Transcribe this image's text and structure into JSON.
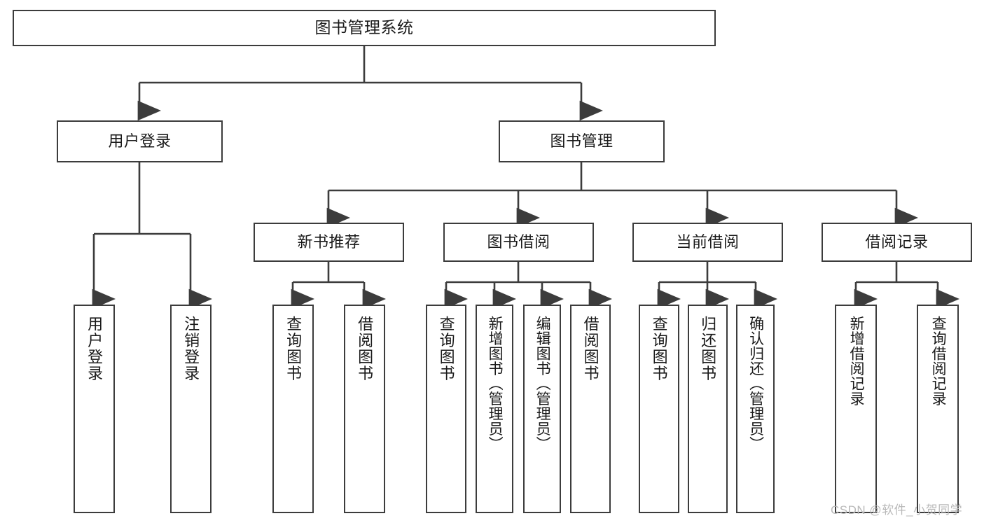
{
  "diagram": {
    "type": "tree-hierarchy",
    "title": "图书管理系统",
    "orientation": "top-down",
    "background_color": "#ffffff",
    "line_color": "#3c3c3c",
    "box_fill": "#ffffff",
    "levels": 4,
    "nodes": {
      "root": {
        "label": "图书管理系统"
      },
      "level2": [
        {
          "label": "用户登录"
        },
        {
          "label": "图书管理"
        }
      ],
      "level3": [
        {
          "label": "新书推荐"
        },
        {
          "label": "图书借阅"
        },
        {
          "label": "当前借阅"
        },
        {
          "label": "借阅记录"
        }
      ],
      "leaves": {
        "user_login": [
          {
            "label": "用户登录"
          },
          {
            "label": "注销登录"
          }
        ],
        "new_book_recommend": [
          {
            "label": "查询图书"
          },
          {
            "label": "借阅图书"
          }
        ],
        "book_borrow": [
          {
            "label": "查询图书"
          },
          {
            "label": "新增图书（管理员）"
          },
          {
            "label": "编辑图书（管理员）"
          },
          {
            "label": "借阅图书"
          }
        ],
        "current_borrow": [
          {
            "label": "查询图书"
          },
          {
            "label": "归还图书"
          },
          {
            "label": "确认归还（管理员）"
          }
        ],
        "borrow_record": [
          {
            "label": "新增借阅记录"
          },
          {
            "label": "查询借阅记录"
          }
        ]
      }
    }
  },
  "watermark": {
    "text": "CSDN @软件_小贺同学"
  }
}
